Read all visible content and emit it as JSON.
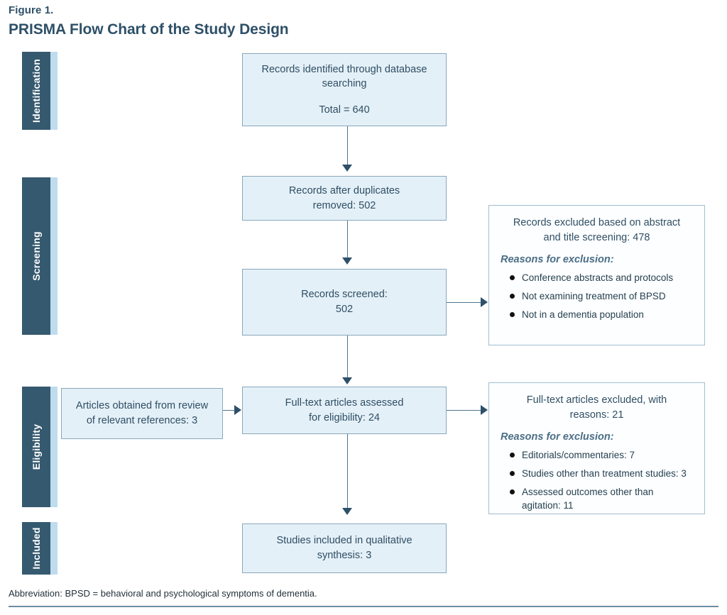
{
  "figure": {
    "label": "Figure 1.",
    "title": "PRISMA Flow Chart of the Study Design"
  },
  "colors": {
    "stage_bar": "#35596f",
    "stage_accent": "#bfdcef",
    "box_fill": "#e4f0f8",
    "box_border": "#8aa7bb",
    "side_box_fill": "#fdfeff",
    "text": "#2f4e63",
    "connector": "#4d7591",
    "arrow": "#2e5068"
  },
  "stages": [
    {
      "label": "Identification"
    },
    {
      "label": "Screening"
    },
    {
      "label": "Eligibility"
    },
    {
      "label": "Included"
    }
  ],
  "boxes": {
    "identified": {
      "line1": "Records identified through database",
      "line2": "searching",
      "line3": "Total = 640"
    },
    "deduplicated": {
      "line1": "Records after duplicates",
      "line2": "removed: 502"
    },
    "screened": {
      "line1": "Records screened:",
      "line2": "502"
    },
    "from_references": {
      "line1": "Articles obtained from review",
      "line2": "of relevant references: 3"
    },
    "fulltext_assessed": {
      "line1": "Full-text articles assessed",
      "line2": "for eligibility: 24"
    },
    "included": {
      "line1": "Studies included in qualitative",
      "line2": "synthesis: 3"
    }
  },
  "excluded_screening": {
    "head_line1": "Records excluded based on abstract",
    "head_line2": "and title screening: 478",
    "reasons_label": "Reasons for exclusion:",
    "reasons": [
      "Conference abstracts and protocols",
      "Not examining treatment of BPSD",
      "Not in a dementia population"
    ]
  },
  "excluded_fulltext": {
    "head_line1": "Full-text articles excluded, with",
    "head_line2": "reasons: 21",
    "reasons_label": "Reasons for exclusion:",
    "reasons": [
      "Editorials/commentaries: 7",
      "Studies other than treatment studies: 3",
      "Assessed outcomes other than agitation: 11"
    ]
  },
  "chart_data": {
    "type": "diagram",
    "title": "PRISMA Flow Chart of the Study Design",
    "nodes": [
      {
        "id": "identified",
        "stage": "Identification",
        "label": "Records identified through database searching",
        "value": 640
      },
      {
        "id": "deduplicated",
        "stage": "Screening",
        "label": "Records after duplicates removed",
        "value": 502
      },
      {
        "id": "screened",
        "stage": "Screening",
        "label": "Records screened",
        "value": 502
      },
      {
        "id": "excluded_screening",
        "stage": "Screening",
        "label": "Records excluded based on abstract and title screening",
        "value": 478
      },
      {
        "id": "from_references",
        "stage": "Eligibility",
        "label": "Articles obtained from review of relevant references",
        "value": 3
      },
      {
        "id": "fulltext_assessed",
        "stage": "Eligibility",
        "label": "Full-text articles assessed for eligibility",
        "value": 24
      },
      {
        "id": "excluded_fulltext",
        "stage": "Eligibility",
        "label": "Full-text articles excluded, with reasons",
        "value": 21
      },
      {
        "id": "included",
        "stage": "Included",
        "label": "Studies included in qualitative synthesis",
        "value": 3
      }
    ],
    "edges": [
      {
        "from": "identified",
        "to": "deduplicated"
      },
      {
        "from": "deduplicated",
        "to": "screened"
      },
      {
        "from": "screened",
        "to": "excluded_screening"
      },
      {
        "from": "screened",
        "to": "fulltext_assessed"
      },
      {
        "from": "from_references",
        "to": "fulltext_assessed"
      },
      {
        "from": "fulltext_assessed",
        "to": "excluded_fulltext"
      },
      {
        "from": "fulltext_assessed",
        "to": "included"
      }
    ],
    "exclusion_reasons": {
      "screening": [
        {
          "reason": "Conference abstracts and protocols",
          "count": null
        },
        {
          "reason": "Not examining treatment of BPSD",
          "count": null
        },
        {
          "reason": "Not in a dementia population",
          "count": null
        }
      ],
      "fulltext": [
        {
          "reason": "Editorials/commentaries",
          "count": 7
        },
        {
          "reason": "Studies other than treatment studies",
          "count": 3
        },
        {
          "reason": "Assessed outcomes other than agitation",
          "count": 11
        }
      ]
    }
  },
  "footer": {
    "abbreviation": "Abbreviation: BPSD = behavioral and psychological symptoms of dementia."
  }
}
